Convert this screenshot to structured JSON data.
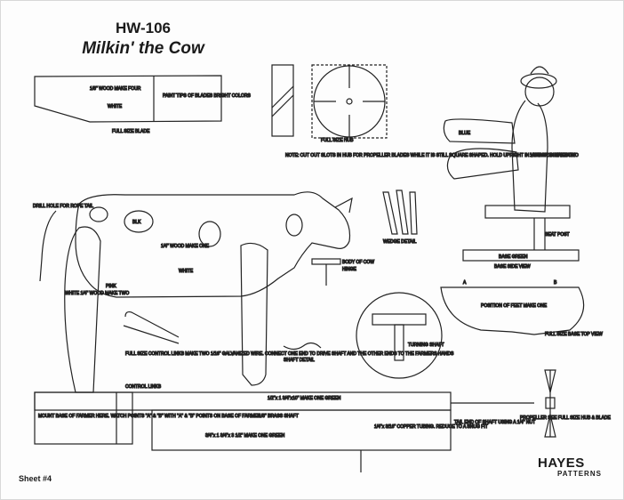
{
  "title": {
    "code": "HW-106",
    "name": "Milkin' the Cow"
  },
  "footer": {
    "sheet": "Sheet #4",
    "brand": "HAYES",
    "brand_sub": "PATTERNS"
  },
  "notes": {
    "blade_wood": "1/8\" WOOD MAKE FOUR",
    "blade_white": "WHITE",
    "blade_paint": "PAINT TIPS OF BLADES BRIGHT COLORS",
    "full_size_blade": "FULL SIZE BLADE",
    "hub_label": "FULL SIZE HUB",
    "hub_note": "NOTE: CUT OUT SLOTS IN HUB FOR PROPELLER BLADES WHILE IT IS STILL SQUARE SHAPED. HOLD UPRIGHT IN VISE OR IN THE BOX",
    "farmer_wood": "1/4\" WOOD MAKE TWO",
    "farmer_blue": "BLUE",
    "seat_post": "SEAT POST",
    "base_green": "BASE GREEN",
    "side_view": "BASE SIDE VIEW",
    "cow_white": "WHITE",
    "cow_blk": "BLK",
    "cow_pink": "PINK",
    "cow_wood": "1/4\" WOOD MAKE ONE",
    "legs_note": "WHITE 1/4\" WOOD MAKE TWO",
    "drill_hole": "DRILL HOLE FOR ROPE TAIL",
    "body_of_cow": "BODY OF COW",
    "cow_hinge": "HINGE",
    "control_links": "FULL SIZE CONTROL LINKS MAKE TWO 1/16\" GALVANIZED WIRE. CONNECT ONE END TO DRIVE SHAFT AND THE OTHER ENDS TO THE FARMERS HANDS",
    "control_link": "CONTROL LINKS",
    "shaft_detail": "SHAFT DETAIL",
    "turning_shaft": "TURNING SHAFT",
    "base_board": "1/2\"x 1 3/4\"x10\" MAKE ONE GREEN",
    "brass_shaft": "1/8\" BRASS SHAFT",
    "copper_note": "1/4\"x 3/16\" COPPER TUBING. REDUCE TO A SNUG FIT",
    "make_one_green": "3/4\"x 1 3/4\"x 3 1/2\" MAKE ONE GREEN",
    "tail_rod": "TAIL END OF SHAFT USING A 1/4\" NUT",
    "propeller": "PROPELLER SEE FULL SIZE HUB & BLADE",
    "mount_base": "MOUNT BASE OF FARMER HERE. WATCH POINTS \"A\" & \"B\" WITH \"A\" & \"B\" POINTS ON BASE OF FARMER",
    "position_feet": "POSITION OF FEET MAKE ONE",
    "full_size_base": "FULL SIZE BASE TOP VIEW",
    "wedge_detail": "WEDGE DETAIL",
    "a_label": "A",
    "b_label": "B"
  }
}
